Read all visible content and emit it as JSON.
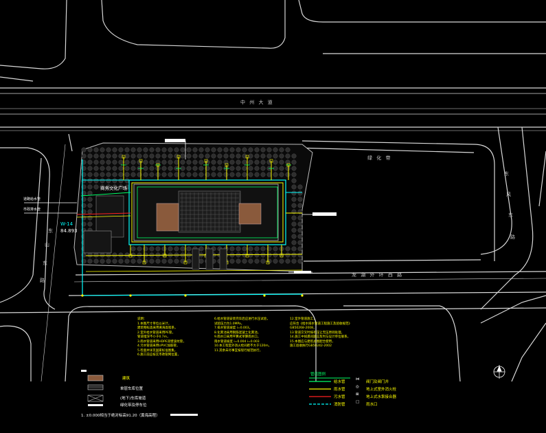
{
  "colors": {
    "background": "#000000",
    "road_line": "#d9d9d9",
    "pipe_yellow": "#ffff00",
    "pipe_cyan": "#00ffff",
    "pipe_green": "#00ff66",
    "pipe_red": "#ff2020",
    "building_brown": "#8a5a3c",
    "tree_fill": "#3a3a3a",
    "text_white": "#ffffff"
  },
  "roads": {
    "north_road": "中 州 大 道",
    "east_road": "东 风 东 路",
    "south_road": "龙 湖 外 环 西 路",
    "west_road": "东 山 东 路",
    "green_belt": "绿 化 带"
  },
  "site": {
    "plaza_label": "商务文化广场",
    "west_tag_top": "W-14",
    "west_tag_bottom": "84.893",
    "west_callout_1": "道路给水管",
    "west_callout_2": "市政排水管"
  },
  "notes": {
    "col1": [
      "说明：",
      "1.本图尺寸单位以米计，",
      "  建筑物标高采用黄海高程系，",
      "2.室外给水管道采用PE管，",
      "  管道埋深不小于0.7m，",
      "3.雨水管道采用HDPE双壁波纹管，",
      "4.污水管道采用UPVC加筋管，",
      "5.检查井详见国家标准图集，",
      "6.施工前应核实市政管网位置，"
    ],
    "col2": [
      "6.给水管道安装完毕后应进行水压试验，",
      "  试验压力为1.0MPa，",
      "7.排水管道坡度 i=0.003，",
      "8.化粪池采用钢筋混凝土化粪池，",
      "9.雨水口采用平算式单算雨水口，",
      "  雨水管道坡度 i=0.004  i=0.003",
      "10.本工程室外消火栓间距不大于120m，",
      "11.其余未尽事宜按现行规范执行，"
    ],
    "col3": [
      "12.室外管道施工，",
      "  应符合《给水排水管道工程施工及验收规范》",
      "  GB50268-2008，",
      "13.管道交叉时按有压让无压原则处理，",
      "14.施工中如遇问题应及时与设计单位联系，",
      "15.本图应与建筑总图配合使用，",
      "  施工验收执行GB50242-2002"
    ]
  },
  "legend_left": {
    "items": [
      {
        "label": "建筑"
      },
      {
        "label": "单层车库位置"
      },
      {
        "label": "(地下)车库坡道"
      },
      {
        "label": "绿化带及停车位"
      }
    ],
    "footer": "1. ±0.000相当于绝对标高91.20（黄海高程）"
  },
  "legend_right": {
    "title": "管道图例",
    "lines": [
      {
        "label": "给水管",
        "color": "#00ff66"
      },
      {
        "label": "雨水管",
        "color": "#ffff00"
      },
      {
        "label": "污水管",
        "color": "#ff2020"
      },
      {
        "label": "消防管",
        "color": "#00ffff"
      }
    ],
    "symbols": [
      {
        "glyph": "⋈",
        "label": "阀门及阀门井"
      },
      {
        "glyph": "◎",
        "label": "地上式室外消火栓"
      },
      {
        "glyph": "⊠",
        "label": "地上式水泵接合器"
      },
      {
        "glyph": "□",
        "label": "雨水口"
      }
    ]
  }
}
